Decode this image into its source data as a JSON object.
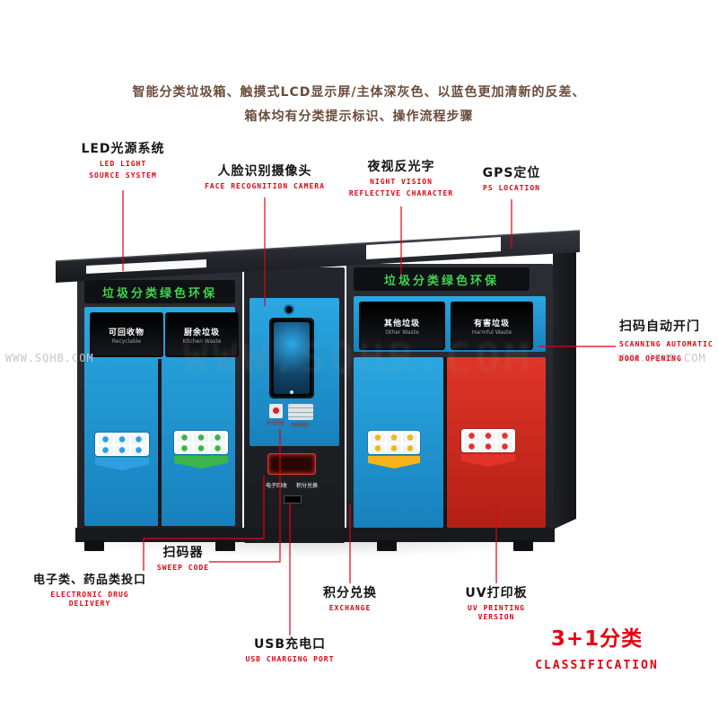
{
  "title": {
    "line1": "智能分类垃圾箱、触摸式LCD显示屏/主体深灰色、以蓝色更加清新的反差、",
    "line2": "箱体均有分类提示标识、操作流程步骤"
  },
  "watermarks": {
    "left": "WWW.SQHB.COM",
    "center": "WWW.SQHB.COM",
    "right": "WWW.SQHB.COM"
  },
  "callouts": {
    "led": {
      "zh": "LED光源系统",
      "en1": "LED LIGHT",
      "en2": "SOURCE SYSTEM"
    },
    "face": {
      "zh": "人脸识别摄像头",
      "en1": "FACE RECOGNITION CAMERA"
    },
    "night": {
      "zh": "夜视反光字",
      "en1": "NIGHT VISION",
      "en2": "REFLECTIVE CHARACTER"
    },
    "gps": {
      "zh": "GPS定位",
      "en1": "PS LOCATION"
    },
    "scan_door": {
      "zh": "扫码自动开门",
      "en1": "SCANNING AUTOMATIC",
      "en2": "DOOR OPENING"
    },
    "sweep": {
      "zh": "扫码器",
      "en1": "SWEEP CODE"
    },
    "electronic": {
      "zh": "电子类、药品类投口",
      "en1": "ELECTRONIC DRUG DELIVERY"
    },
    "exchange": {
      "zh": "积分兑换",
      "en1": "EXCHANGE"
    },
    "usb": {
      "zh": "USB充电口",
      "en1": "USB CHARGING PORT"
    },
    "uv": {
      "zh": "UV打印板",
      "en1": "UV PRINTING VERSION"
    }
  },
  "machine": {
    "slogan_left": "垃圾分类绿色环保",
    "slogan_right": "垃圾分类绿色环保",
    "bins": [
      {
        "zh": "可回收物",
        "en": "Recyclable"
      },
      {
        "zh": "厨余垃圾",
        "en": "Kitchen Waste"
      },
      {
        "zh": "其他垃圾",
        "en": "Other Waste"
      },
      {
        "zh": "有害垃圾",
        "en": "Harmful Waste"
      }
    ],
    "panel": {
      "chip1": "积分回收",
      "chip2": "扫码投放",
      "slot_left": "电子回收",
      "slot_right": "积分兑换"
    }
  },
  "brand": {
    "zh": "3+1分类",
    "en": "CLASSIFICATION"
  },
  "colors": {
    "accent_red": "#e60012",
    "panel_blue": "#1f9ad6",
    "slogan_green": "#3fd24f",
    "cabinet_dark": "#26292e",
    "door_red": "#d3261d",
    "sticker_yellow": "#f5b51a",
    "sticker_green": "#3cb54a",
    "sticker_blue": "#2e9fe0",
    "title_brown": "#6b4c3b",
    "watermark_gray": "#c6c6c6"
  }
}
